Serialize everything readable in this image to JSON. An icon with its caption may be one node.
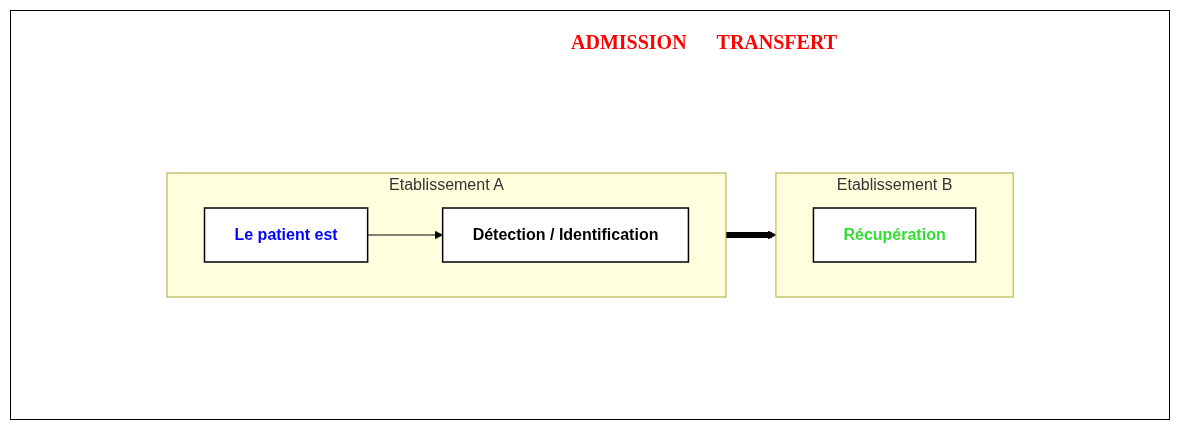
{
  "diagram": {
    "nodes": [
      {
        "text": [
          "Etablissement A"
        ]
      },
      {
        "text": [
          "Le patient est"
        ],
        "in": 0
      },
      {
        "text": [
          "Détection / Identification"
        ],
        "in": 0
      },
      {
        "text": [
          "Etablissement B"
        ]
      },
      {
        "text": [
          "Récupération"
        ],
        "in": 3
      }
    ],
    "edges": [
      {
        "from": 1,
        "to": 2,
        "arrow": "to"
      },
      {
        "from": 0,
        "to": 3,
        "arrow": "to",
        "style": "thick"
      }
    ],
    "labels": [
      "ADMISSION",
      "TRANSFERT"
    ]
  }
}
